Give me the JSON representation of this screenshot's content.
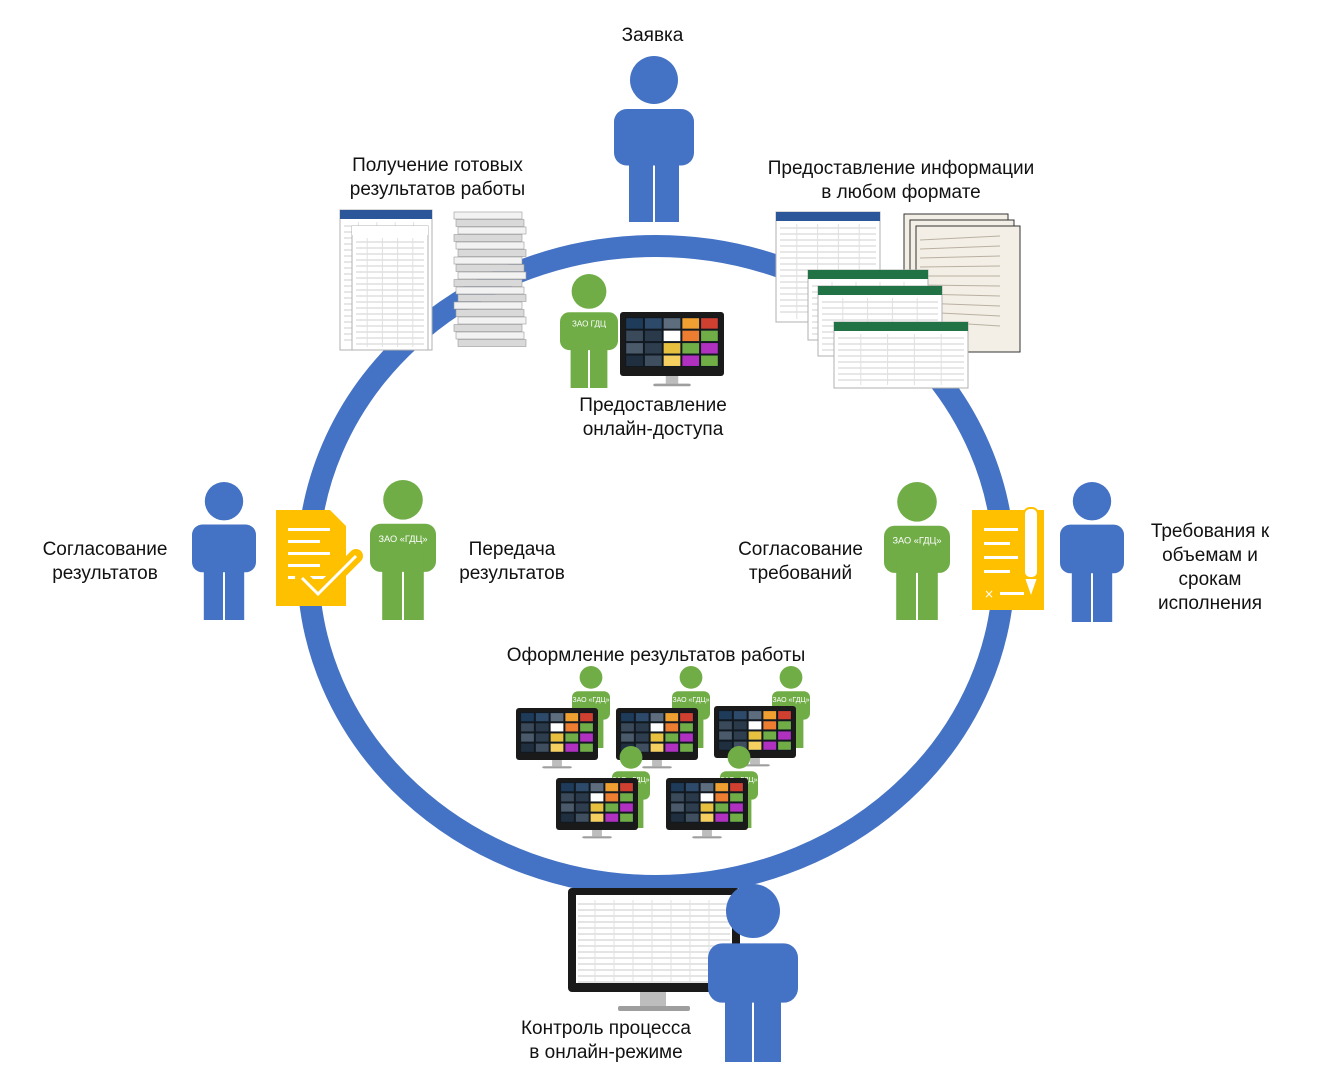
{
  "colors": {
    "cycle": "#4472C4",
    "client": "#4472C4",
    "company": "#70AD47",
    "document": "#FFC000",
    "purple": "#B030C0",
    "orange": "#ED7D31",
    "green_tile": "#70AD47"
  },
  "icons": {
    "client": "person-icon",
    "company": "person-icon",
    "monitor": "monitor-icon",
    "approved_document": "document-check-icon",
    "requirements_document": "document-pen-icon",
    "spreadsheet": "spreadsheet-icon",
    "paper_stack": "paper-stack-icon"
  },
  "labels": {
    "request": "Заявка",
    "results_receipt": "Получение готовых\nрезультатов работы",
    "info_any_format": "Предоставление информации\nв любом формате",
    "online_access": "Предоставление\nонлайн-доступа",
    "results_approval": "Согласование\nрезультатов",
    "results_transfer": "Передача\nрезультатов",
    "requirements_approval": "Согласование\nтребований",
    "volume_deadline_reqs": "Требования к\nобъемам и\nсрокам\nисполнения",
    "results_design": "Оформление результатов работы",
    "process_control": "Контроль процесса\nв онлайн-режиме"
  },
  "company_badge": "ЗАО «ГДЦ»",
  "company_badge_short": "ЗАО ГДЦ"
}
